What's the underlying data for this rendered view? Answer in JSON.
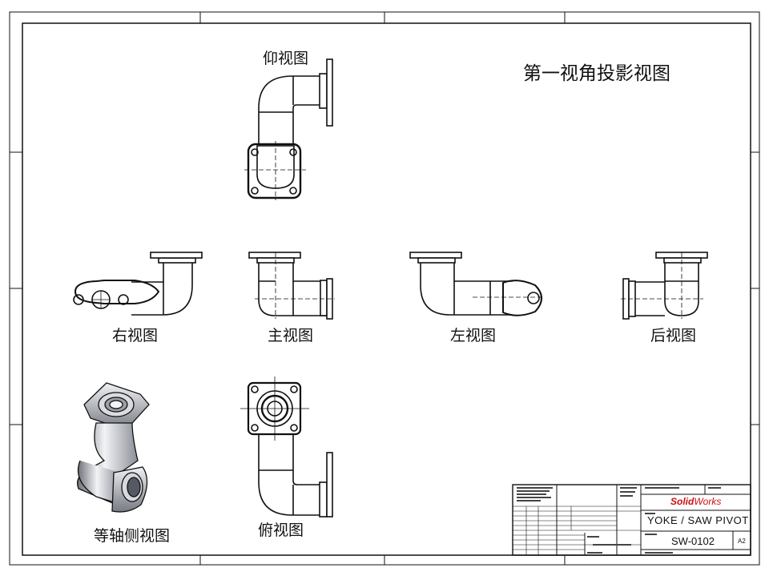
{
  "header": {
    "title": "第一视角投影视图"
  },
  "views": {
    "bottom": "仰视图",
    "right": "右视图",
    "front": "主视图",
    "left": "左视图",
    "rear": "后视图",
    "iso": "等轴侧视图",
    "top": "俯视图"
  },
  "title_block": {
    "brand_solid": "Solid",
    "brand_works": "Works",
    "part_name": "YOKE / SAW PIVOT",
    "part_number": "SW-0102",
    "size": "A2"
  },
  "colors": {
    "line": "#111111",
    "brand_red": "#cc1010",
    "shade_dark": "#7d8088",
    "shade_light": "#e8eaee"
  }
}
